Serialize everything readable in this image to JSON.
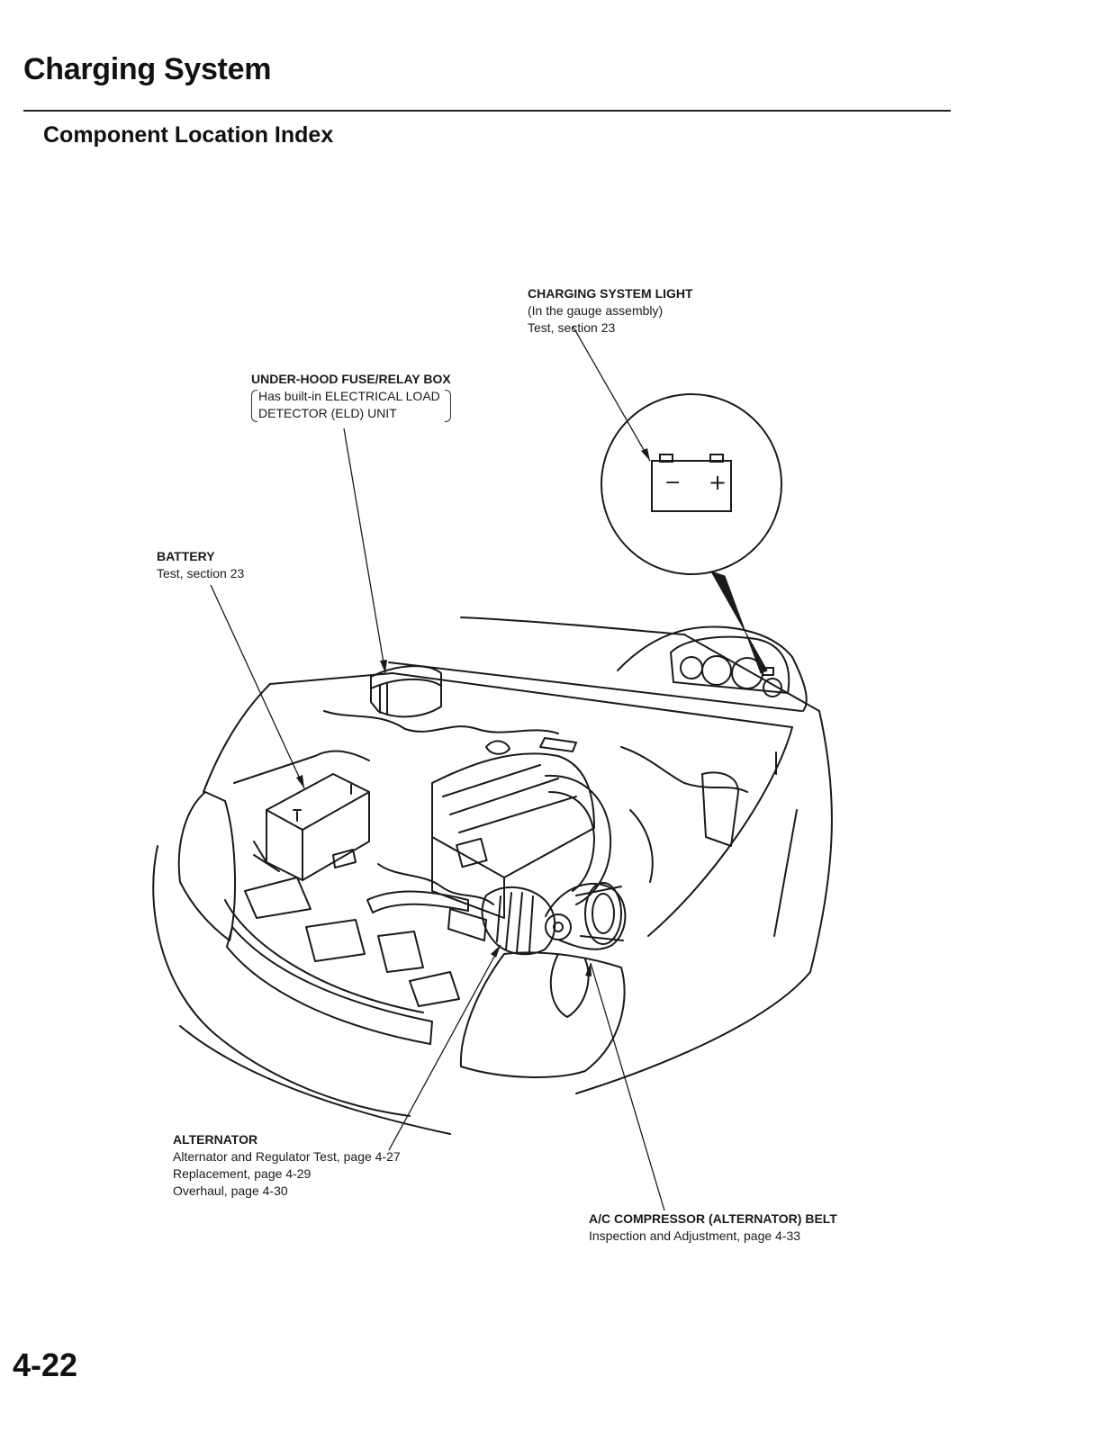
{
  "header": {
    "title": "Charging System",
    "subtitle": "Component Location Index"
  },
  "callouts": {
    "charging_light": {
      "name": "CHARGING SYSTEM LIGHT",
      "lines": [
        "(In the gauge assembly)",
        "Test, section 23"
      ]
    },
    "fuse_box": {
      "name": "UNDER-HOOD FUSE/RELAY BOX",
      "lines": [
        "Has built-in ELECTRICAL LOAD",
        "DETECTOR (ELD) UNIT"
      ]
    },
    "battery": {
      "name": "BATTERY",
      "lines": [
        "Test, section 23"
      ]
    },
    "alternator": {
      "name": "ALTERNATOR",
      "lines": [
        "Alternator and Regulator Test, page 4-27",
        "Replacement, page 4-29",
        "Overhaul, page 4-30"
      ]
    },
    "belt": {
      "name": "A/C COMPRESSOR (ALTERNATOR) BELT",
      "lines": [
        "Inspection and Adjustment, page 4-33"
      ]
    }
  },
  "battery_symbol": {
    "minus": "−",
    "plus": "+"
  },
  "footer": {
    "page_number": "4-22"
  }
}
